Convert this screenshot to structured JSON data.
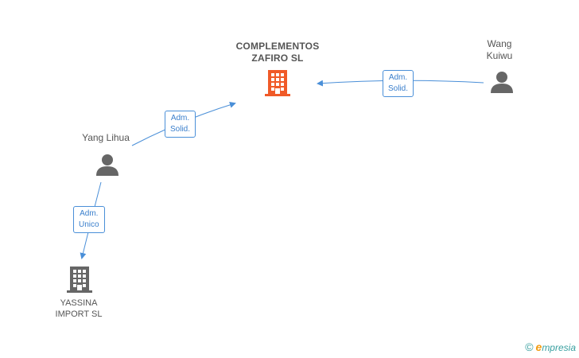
{
  "nodes": {
    "complementos": {
      "line1": "COMPLEMENTOS",
      "line2": "ZAFIRO  SL"
    },
    "wang": {
      "line1": "Wang",
      "line2": "Kuiwu"
    },
    "yang": {
      "line1": "Yang Lihua"
    },
    "yassina": {
      "line1": "YASSINA",
      "line2": "IMPORT SL"
    }
  },
  "edges": {
    "wang_to_complementos": {
      "line1": "Adm.",
      "line2": "Solid."
    },
    "yang_to_complementos": {
      "line1": "Adm.",
      "line2": "Solid."
    },
    "yang_to_yassina": {
      "line1": "Adm.",
      "line2": "Unico"
    }
  },
  "footer": {
    "copyright": "©",
    "brand_initial": "e",
    "brand_rest": "mpresia"
  },
  "colors": {
    "edge": "#4a8fd8",
    "main_company_icon": "#f05a28",
    "company_icon": "#666666",
    "person_icon": "#666666",
    "brand": "#3aa0a0",
    "brand_accent": "#f39c12"
  }
}
